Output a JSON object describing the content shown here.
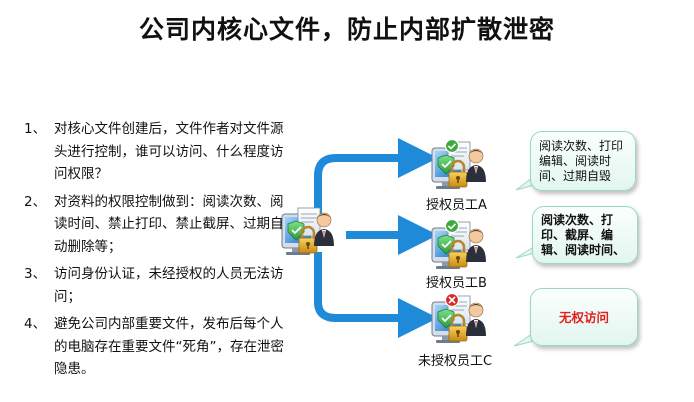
{
  "title": "公司内核心文件，防止内部扩散泄密",
  "points": [
    {
      "num": "1、",
      "text": "对核心文件创建后，文件作者对文件源头进行控制，谁可以访问、什么程度访问权限？"
    },
    {
      "num": "2、",
      "text": "对资料的权限控制做到：阅读次数、阅读时间、禁止打印、禁止截屏、过期自动删除等；"
    },
    {
      "num": "3、",
      "text": "访问身份认证，未经授权的人员无法访问；"
    },
    {
      "num": "4、",
      "text": "避免公司内部重要文件，发布后每个人的电脑存在重要文件“死角”，存在泄密隐患。"
    }
  ],
  "employees": [
    {
      "label": "授权员工A",
      "status": "check",
      "callout": "阅读次数、打印编辑、阅读时间、过期自毁"
    },
    {
      "label": "授权员工B",
      "status": "check",
      "callout": "阅读次数、打印、截屏、编辑、阅读时间、"
    },
    {
      "label": "未授权员工C",
      "status": "cross",
      "callout": "无权访问"
    }
  ],
  "colors": {
    "arrow": "#1f8ad8",
    "callout_border": "#9ad8c6",
    "denied_text": "#e02020",
    "check": "#3caa3c",
    "cross": "#d42a2a"
  }
}
